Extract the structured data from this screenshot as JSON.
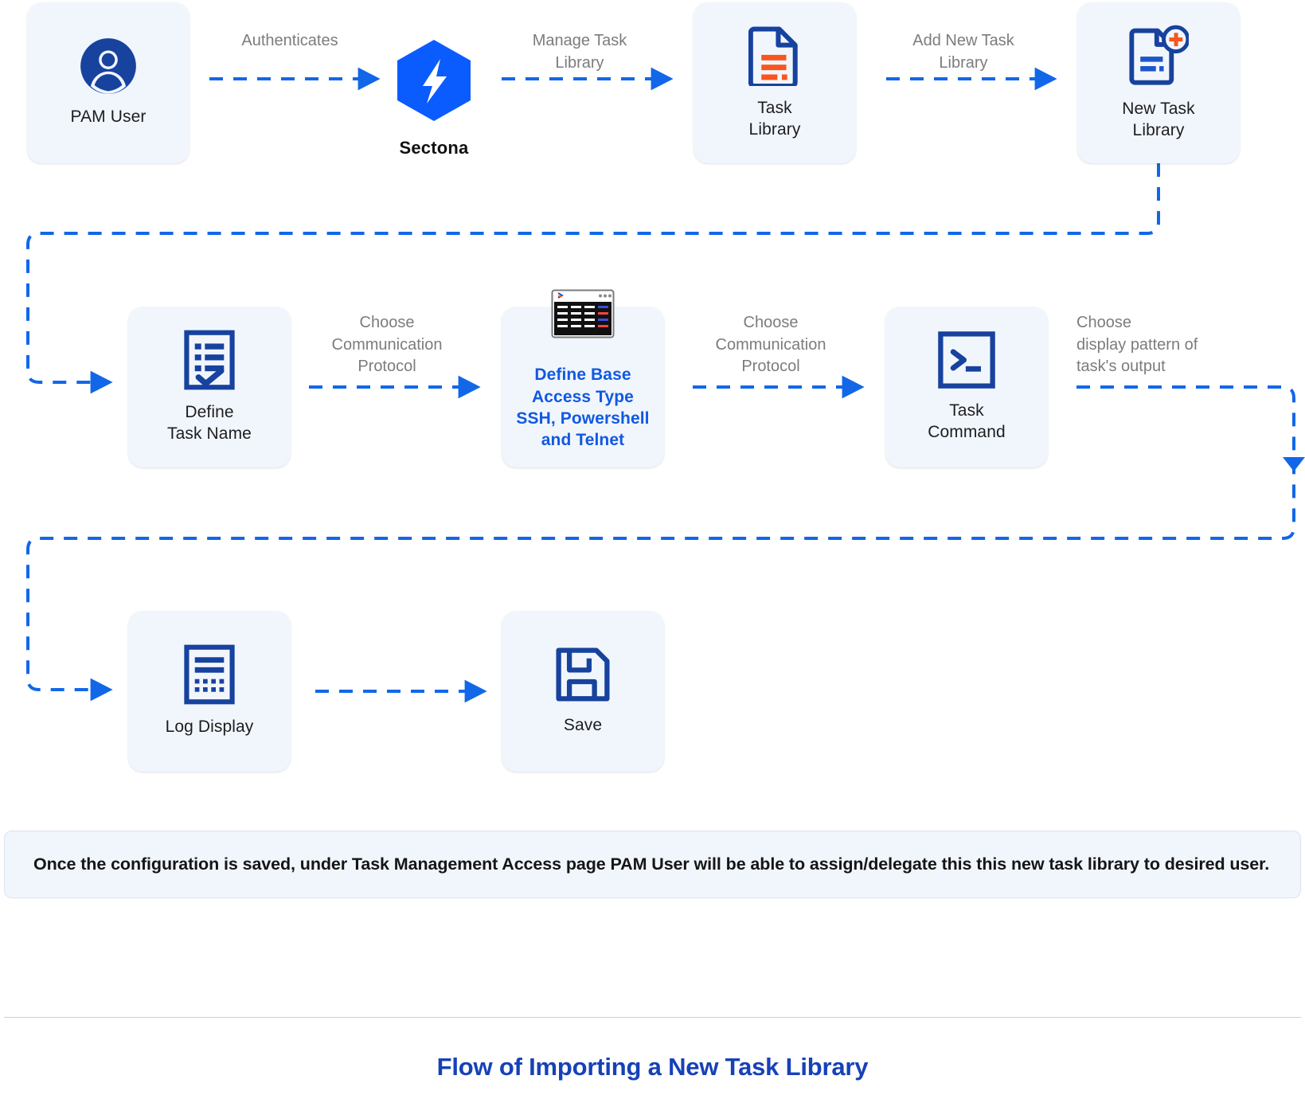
{
  "diagram": {
    "title": "Flow of Importing a New Task Library",
    "note": "Once the configuration is saved, under Task Management Access page PAM User will be able to assign/delegate this this new task library to desired user.",
    "colors": {
      "navy": "#17429E",
      "bright_blue": "#0B5CFF",
      "orange": "#F9551F",
      "node_bg": "#F1F6FD",
      "edge": "#1267E8",
      "edge_label": "#7C7C7E",
      "accent_text": "#1159E0",
      "footer_title": "#1641B8"
    },
    "nodes": [
      {
        "id": "pam-user",
        "label": "PAM User",
        "icon": "user-avatar-icon"
      },
      {
        "id": "sectona",
        "label": "Sectona",
        "icon": "sectona-logo-icon"
      },
      {
        "id": "task-library",
        "label": "Task\nLibrary",
        "icon": "document-list-icon"
      },
      {
        "id": "new-task-library",
        "label": "New Task\nLibrary",
        "icon": "document-add-icon"
      },
      {
        "id": "define-task-name",
        "label": "Define\nTask Name",
        "icon": "checklist-icon"
      },
      {
        "id": "define-base-access-type",
        "label": "Define Base\nAccess Type\nSSH, Powershell\nand Telnet",
        "icon": "terminal-window-icon"
      },
      {
        "id": "task-command",
        "label": "Task\nCommand",
        "icon": "command-prompt-icon"
      },
      {
        "id": "log-display",
        "label": "Log Display",
        "icon": "log-report-icon"
      },
      {
        "id": "save",
        "label": "Save",
        "icon": "floppy-disk-icon"
      }
    ],
    "edges": [
      {
        "id": "e1",
        "from": "pam-user",
        "to": "sectona",
        "label": "Authenticates"
      },
      {
        "id": "e2",
        "from": "sectona",
        "to": "task-library",
        "label": "Manage Task\nLibrary"
      },
      {
        "id": "e3",
        "from": "task-library",
        "to": "new-task-library",
        "label": "Add New Task\nLibrary"
      },
      {
        "id": "e4",
        "from": "new-task-library",
        "to": "define-task-name",
        "label": ""
      },
      {
        "id": "e5",
        "from": "define-task-name",
        "to": "define-base-access-type",
        "label": "Choose\nCommunication\nProtocol"
      },
      {
        "id": "e6",
        "from": "define-base-access-type",
        "to": "task-command",
        "label": "Choose\nCommunication\nProtocol"
      },
      {
        "id": "e7",
        "from": "task-command",
        "to": "log-display",
        "label": "Choose\ndisplay pattern of\ntask's output"
      },
      {
        "id": "e8",
        "from": "log-display",
        "to": "save",
        "label": ""
      }
    ]
  }
}
